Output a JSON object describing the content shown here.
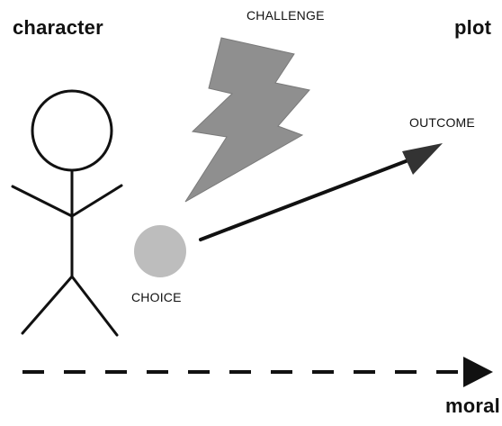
{
  "labels": {
    "character": "character",
    "plot": "plot",
    "moral": "moral",
    "challenge": "CHALLENGE",
    "outcome": "OUTCOME",
    "choice": "CHOICE"
  },
  "colors": {
    "ink": "#111111",
    "lightning_fill": "#8f8f8f",
    "choice_fill": "#bdbdbd",
    "outcome_arrowhead": "#333333"
  },
  "icons": {
    "character": "stick-figure-icon",
    "challenge": "lightning-bolt-icon",
    "choice": "circle-icon",
    "outcome": "arrow-icon",
    "moral": "dashed-arrow-icon"
  }
}
